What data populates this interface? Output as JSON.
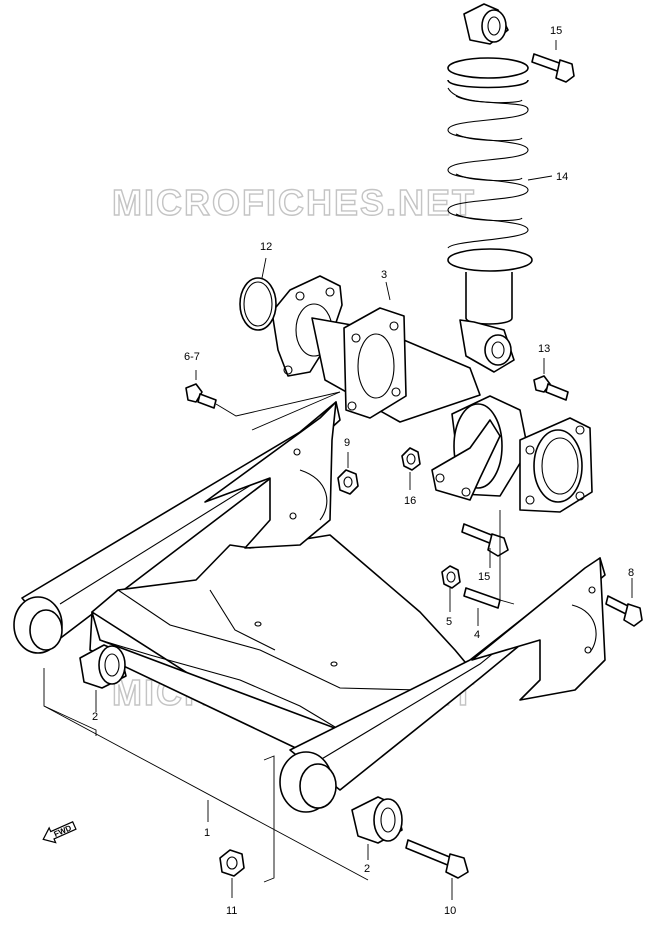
{
  "watermarks": [
    "MICROFICHES.NET",
    "MICROFICHES.NET"
  ],
  "direction_label": "FWD",
  "callouts": [
    {
      "id": "c1",
      "label": "1"
    },
    {
      "id": "c2a",
      "label": "2"
    },
    {
      "id": "c2b",
      "label": "2"
    },
    {
      "id": "c3",
      "label": "3"
    },
    {
      "id": "c4",
      "label": "4"
    },
    {
      "id": "c5",
      "label": "5"
    },
    {
      "id": "c67",
      "label": "6-7"
    },
    {
      "id": "c8",
      "label": "8"
    },
    {
      "id": "c9",
      "label": "9"
    },
    {
      "id": "c10",
      "label": "10"
    },
    {
      "id": "c11",
      "label": "11"
    },
    {
      "id": "c12",
      "label": "12"
    },
    {
      "id": "c13",
      "label": "13"
    },
    {
      "id": "c14",
      "label": "14"
    },
    {
      "id": "c15a",
      "label": "15"
    },
    {
      "id": "c15b",
      "label": "15"
    },
    {
      "id": "c16",
      "label": "16"
    }
  ]
}
